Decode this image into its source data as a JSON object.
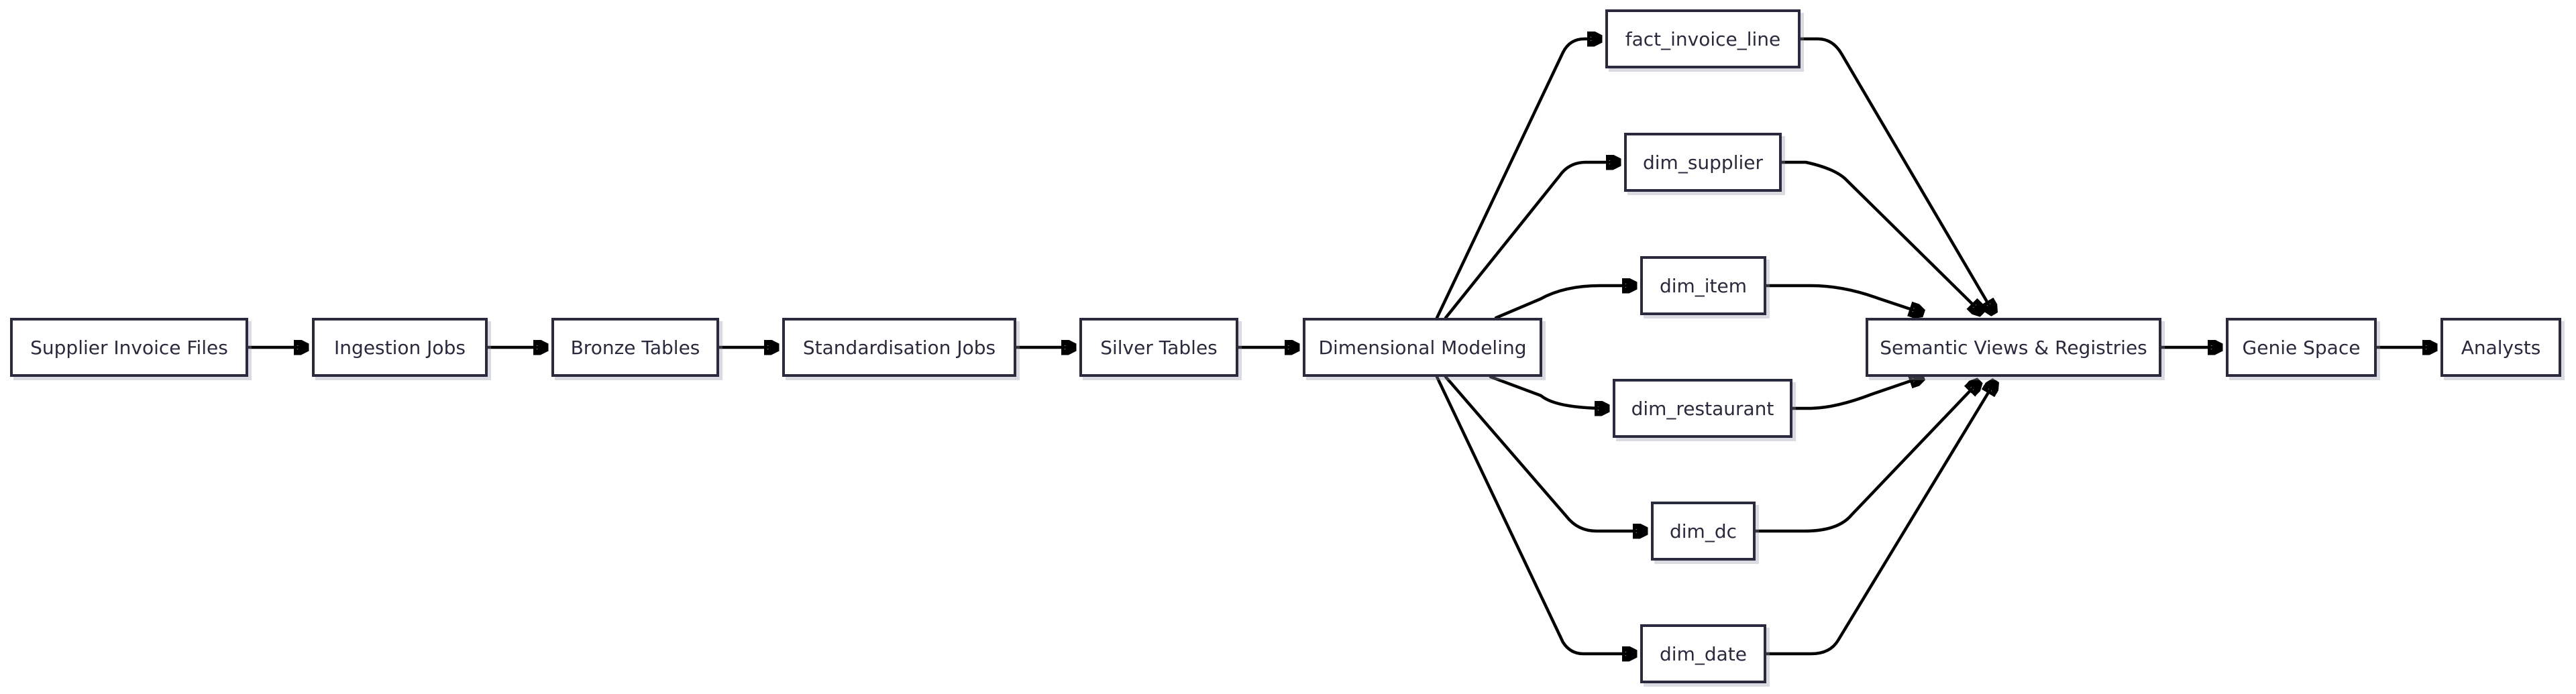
{
  "diagram": {
    "nodes": [
      {
        "id": "supplier_invoice_files",
        "label": "Supplier Invoice Files"
      },
      {
        "id": "ingestion_jobs",
        "label": "Ingestion Jobs"
      },
      {
        "id": "bronze_tables",
        "label": "Bronze Tables"
      },
      {
        "id": "standardisation_jobs",
        "label": "Standardisation Jobs"
      },
      {
        "id": "silver_tables",
        "label": "Silver Tables"
      },
      {
        "id": "dimensional_modeling",
        "label": "Dimensional Modeling"
      },
      {
        "id": "fact_invoice_line",
        "label": "fact_invoice_line"
      },
      {
        "id": "dim_supplier",
        "label": "dim_supplier"
      },
      {
        "id": "dim_item",
        "label": "dim_item"
      },
      {
        "id": "dim_restaurant",
        "label": "dim_restaurant"
      },
      {
        "id": "dim_dc",
        "label": "dim_dc"
      },
      {
        "id": "dim_date",
        "label": "dim_date"
      },
      {
        "id": "semantic_views",
        "label": "Semantic Views & Registries"
      },
      {
        "id": "genie_space",
        "label": "Genie Space"
      },
      {
        "id": "analysts",
        "label": "Analysts"
      }
    ],
    "edges": [
      {
        "from": "supplier_invoice_files",
        "to": "ingestion_jobs"
      },
      {
        "from": "ingestion_jobs",
        "to": "bronze_tables"
      },
      {
        "from": "bronze_tables",
        "to": "standardisation_jobs"
      },
      {
        "from": "standardisation_jobs",
        "to": "silver_tables"
      },
      {
        "from": "silver_tables",
        "to": "dimensional_modeling"
      },
      {
        "from": "dimensional_modeling",
        "to": "fact_invoice_line"
      },
      {
        "from": "dimensional_modeling",
        "to": "dim_supplier"
      },
      {
        "from": "dimensional_modeling",
        "to": "dim_item"
      },
      {
        "from": "dimensional_modeling",
        "to": "dim_restaurant"
      },
      {
        "from": "dimensional_modeling",
        "to": "dim_dc"
      },
      {
        "from": "dimensional_modeling",
        "to": "dim_date"
      },
      {
        "from": "fact_invoice_line",
        "to": "semantic_views"
      },
      {
        "from": "dim_supplier",
        "to": "semantic_views"
      },
      {
        "from": "dim_item",
        "to": "semantic_views"
      },
      {
        "from": "dim_restaurant",
        "to": "semantic_views"
      },
      {
        "from": "dim_dc",
        "to": "semantic_views"
      },
      {
        "from": "dim_date",
        "to": "semantic_views"
      },
      {
        "from": "semantic_views",
        "to": "genie_space"
      },
      {
        "from": "genie_space",
        "to": "analysts"
      }
    ],
    "colors": {
      "node_border": "#2a2a3e",
      "node_text": "#2a2a3e",
      "edge": "#000000",
      "background": "#ffffff"
    }
  }
}
